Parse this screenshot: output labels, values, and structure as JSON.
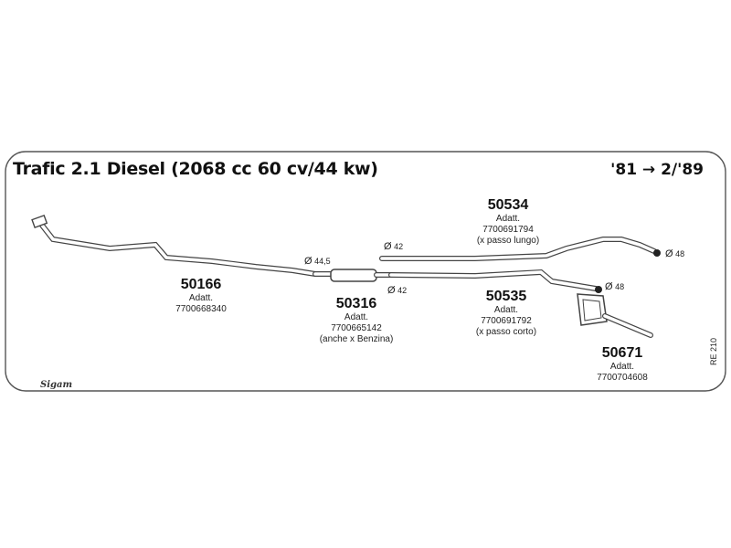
{
  "header": {
    "title": "Trafic 2.1 Diesel (2068 cc 60 cv/44 kw)",
    "period": "'81 → 2/'89"
  },
  "parts": [
    {
      "code": "50166",
      "lines": [
        "Adatt.",
        "7700668340"
      ]
    },
    {
      "code": "50316",
      "lines": [
        "Adatt.",
        "7700665142",
        "(anche x Benzina)"
      ]
    },
    {
      "code": "50534",
      "lines": [
        "Adatt.",
        "7700691794",
        "(x passo lungo)"
      ]
    },
    {
      "code": "50535",
      "lines": [
        "Adatt.",
        "7700691792",
        "(x passo corto)"
      ]
    },
    {
      "code": "50671",
      "lines": [
        "Adatt.",
        "7700704608"
      ]
    }
  ],
  "diameters": {
    "symbol": "Ø",
    "d_44_5": "44,5",
    "d_42_upper": "42",
    "d_42_lower": "42",
    "d_48_upper": "48",
    "d_48_lower": "48"
  },
  "reference": "RE 210",
  "logo_text": "Sigam"
}
